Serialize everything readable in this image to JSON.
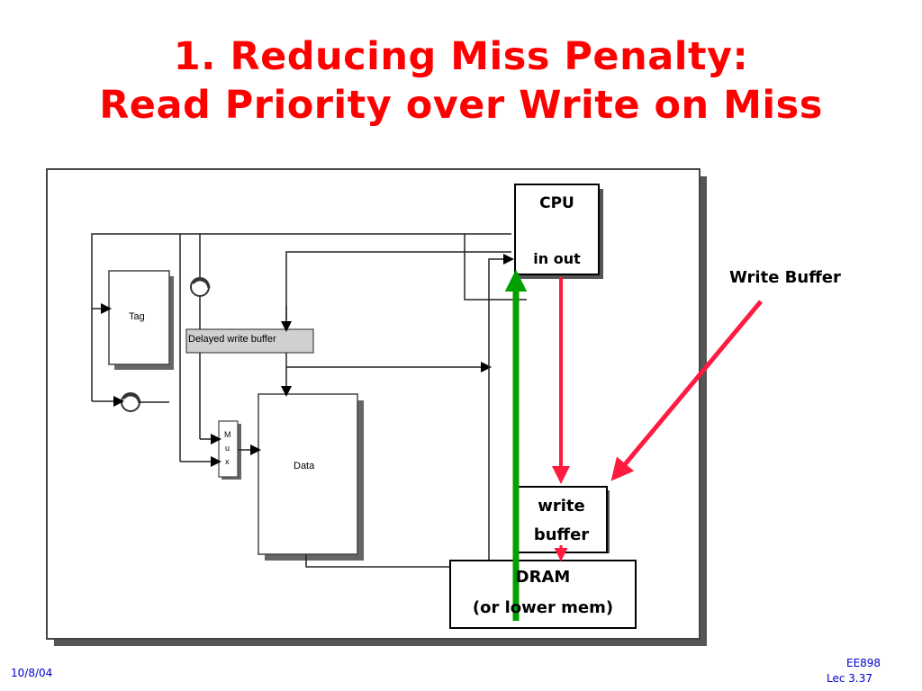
{
  "slide": {
    "title_line1": "1. Reducing Miss Penalty:",
    "title_line2": "Read Priority over Write on Miss"
  },
  "diagram": {
    "tag_label": "Tag",
    "delayed_write_buffer_label": "Delayed write buffer",
    "mux_letters": [
      "M",
      "u",
      "x"
    ],
    "data_label": "Data",
    "cpu_label": "CPU",
    "cpu_ports_label": "in out",
    "write_buffer_box_line1": "write",
    "write_buffer_box_line2": "buffer",
    "dram_line1": "DRAM",
    "dram_line2": "(or lower mem)",
    "callout_label": "Write Buffer"
  },
  "colors": {
    "title": "#ff0000",
    "red_arrow": "#ff1a40",
    "green_arrow": "#00a000",
    "footer": "#0000cc"
  },
  "footer": {
    "date": "10/8/04",
    "course": "EE898",
    "lecture": "Lec 3.37"
  }
}
